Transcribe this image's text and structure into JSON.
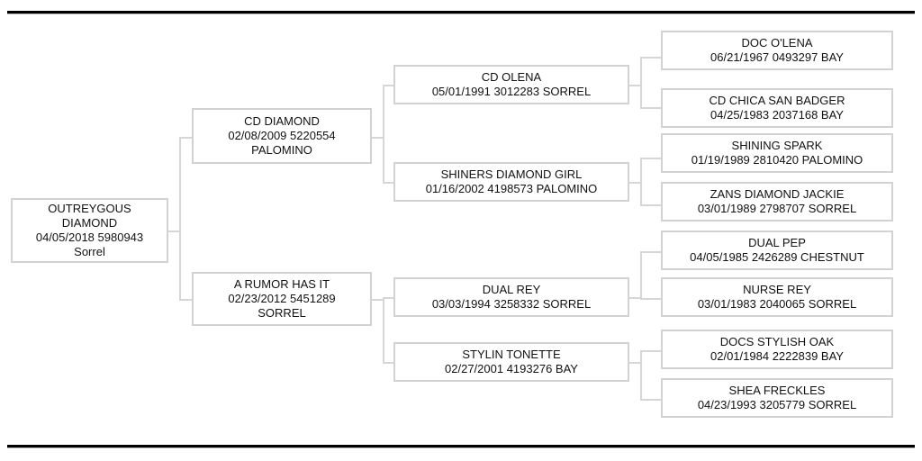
{
  "document": {
    "type": "pedigree-chart",
    "generations": 4,
    "colors": {
      "box_border": "#d2d2d2",
      "connector": "#d6d6d6",
      "rule": "#000000",
      "text": "#111111",
      "background": "#ffffff"
    }
  },
  "pedigree": {
    "subject": {
      "name_line1": "OUTREYGOUS",
      "name_line2": "DIAMOND",
      "details": "04/05/2018 5980943",
      "color": "Sorrel"
    },
    "generation2": [
      {
        "name": "CD DIAMOND",
        "details": "02/08/2009 5220554",
        "color": "PALOMINO"
      },
      {
        "name": "A RUMOR HAS IT",
        "details": "02/23/2012 5451289",
        "color": "SORREL"
      }
    ],
    "generation3": [
      {
        "name": "CD OLENA",
        "details": "05/01/1991 3012283 SORREL"
      },
      {
        "name": "SHINERS DIAMOND GIRL",
        "details": "01/16/2002 4198573 PALOMINO"
      },
      {
        "name": "DUAL REY",
        "details": "03/03/1994 3258332 SORREL"
      },
      {
        "name": "STYLIN TONETTE",
        "details": "02/27/2001 4193276 BAY"
      }
    ],
    "generation4": [
      {
        "name": "DOC O'LENA",
        "details": "06/21/1967 0493297 BAY"
      },
      {
        "name": "CD CHICA SAN BADGER",
        "details": "04/25/1983 2037168 BAY"
      },
      {
        "name": "SHINING SPARK",
        "details": "01/19/1989 2810420 PALOMINO"
      },
      {
        "name": "ZANS DIAMOND JACKIE",
        "details": "03/01/1989 2798707 SORREL"
      },
      {
        "name": "DUAL PEP",
        "details": "04/05/1985 2426289 CHESTNUT"
      },
      {
        "name": "NURSE REY",
        "details": "03/01/1983 2040065 SORREL"
      },
      {
        "name": "DOCS STYLISH OAK",
        "details": "02/01/1984 2222839 BAY"
      },
      {
        "name": "SHEA FRECKLES",
        "details": "04/23/1993 3205779 SORREL"
      }
    ]
  }
}
